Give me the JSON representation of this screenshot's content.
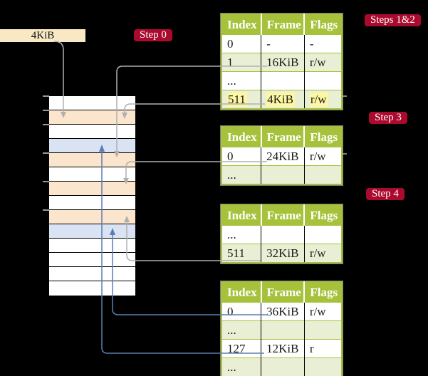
{
  "colors": {
    "background": "#000000",
    "table_header": "#a6c23a",
    "table_alt_row": "#e9efd4",
    "memory_table_frame": "#fce5cd",
    "memory_mapped_frame": "#dae3f3",
    "cr3_box": "#f9e8c4",
    "badge_red": "#aa0a2e",
    "highlight_yellow": "#fdf6a2",
    "arrow_gray": "#b0b0b0",
    "arrow_blue": "#5b7db1"
  },
  "cr3_box": {
    "label": "4KiB"
  },
  "badges": {
    "step0": "Step 0",
    "steps12": "Steps 1&2",
    "step3": "Step 3",
    "step4": "Step 4"
  },
  "table_columns": [
    "Index",
    "Frame",
    "Flags"
  ],
  "tables": [
    {
      "rows": [
        [
          "0",
          "-",
          "-"
        ],
        [
          "1",
          "16KiB",
          "r/w"
        ],
        [
          "...",
          "",
          ""
        ],
        [
          "511",
          "4KiB",
          "r/w"
        ]
      ],
      "highlight_row": 3
    },
    {
      "rows": [
        [
          "0",
          "24KiB",
          "r/w"
        ],
        [
          "...",
          "",
          ""
        ]
      ],
      "highlight_row": -1
    },
    {
      "rows": [
        [
          "...",
          "",
          ""
        ],
        [
          "511",
          "32KiB",
          "r/w"
        ]
      ],
      "highlight_row": -1
    },
    {
      "rows": [
        [
          "0",
          "36KiB",
          "r/w"
        ],
        [
          "...",
          "",
          ""
        ],
        [
          "127",
          "12KiB",
          "r"
        ],
        [
          "...",
          "",
          ""
        ]
      ],
      "highlight_row": -1
    }
  ],
  "memory": {
    "rows": [
      "white",
      "peach",
      "white",
      "blue",
      "peach",
      "white",
      "peach",
      "white",
      "peach",
      "blue",
      "white",
      "white",
      "white",
      "white"
    ],
    "tick_rows": [
      0,
      1,
      2,
      4,
      6,
      8
    ]
  }
}
